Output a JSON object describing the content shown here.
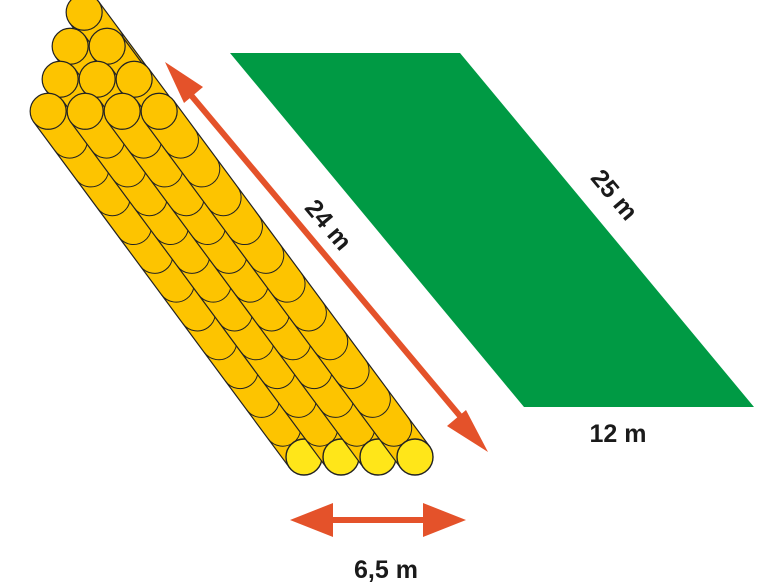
{
  "labels": {
    "arrow_length": "24 m",
    "arrow_width": "6,5 m",
    "field_long_side": "25 m",
    "field_short_side": "12 m"
  },
  "colors": {
    "field": "#009a44",
    "arrow": "#e4522a",
    "log_fill": "#fdc400",
    "log_end": "#ffe619",
    "log_outline": "#222222"
  }
}
